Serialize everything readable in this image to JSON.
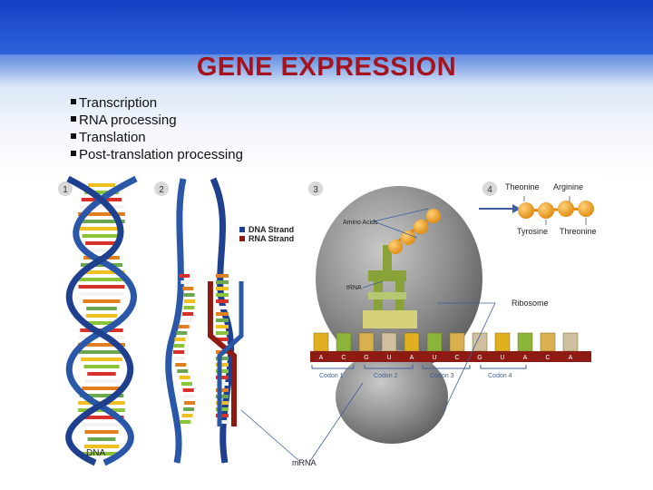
{
  "slide": {
    "title": "GENE EXPRESSION",
    "bullets": [
      "Transcription",
      "RNA processing",
      "Translation",
      "Post-translation processing"
    ]
  },
  "figure": {
    "panel_numbers": [
      "1",
      "2",
      "3",
      "4"
    ],
    "legend": [
      {
        "label": "DNA Strand",
        "color": "#1f3f8f"
      },
      {
        "label": "RNA Strand",
        "color": "#8e1a14"
      }
    ],
    "labels": {
      "dna": "DNA",
      "mrna": "mRNA",
      "amino_acids": "Amino Acids",
      "trna": "tRNA",
      "ribosome": "Ribosome",
      "theonine": "Theonine",
      "arginine": "Arginine",
      "tyrosine": "Tyrosine",
      "threonine": "Threonine"
    },
    "bases": [
      "A",
      "C",
      "G",
      "U",
      "A",
      "U",
      "C",
      "G",
      "U",
      "A",
      "C",
      "A"
    ],
    "codons": [
      "Codon 1",
      "Codon 2",
      "Codon 3",
      "Codon 4"
    ],
    "colors": {
      "dna_backbone": "#2a57a8",
      "rna_strand": "#8e1a14",
      "ribosome": "#8c8c8c",
      "amino_acid": "#f0a020",
      "trna": "#8aa23a"
    }
  }
}
